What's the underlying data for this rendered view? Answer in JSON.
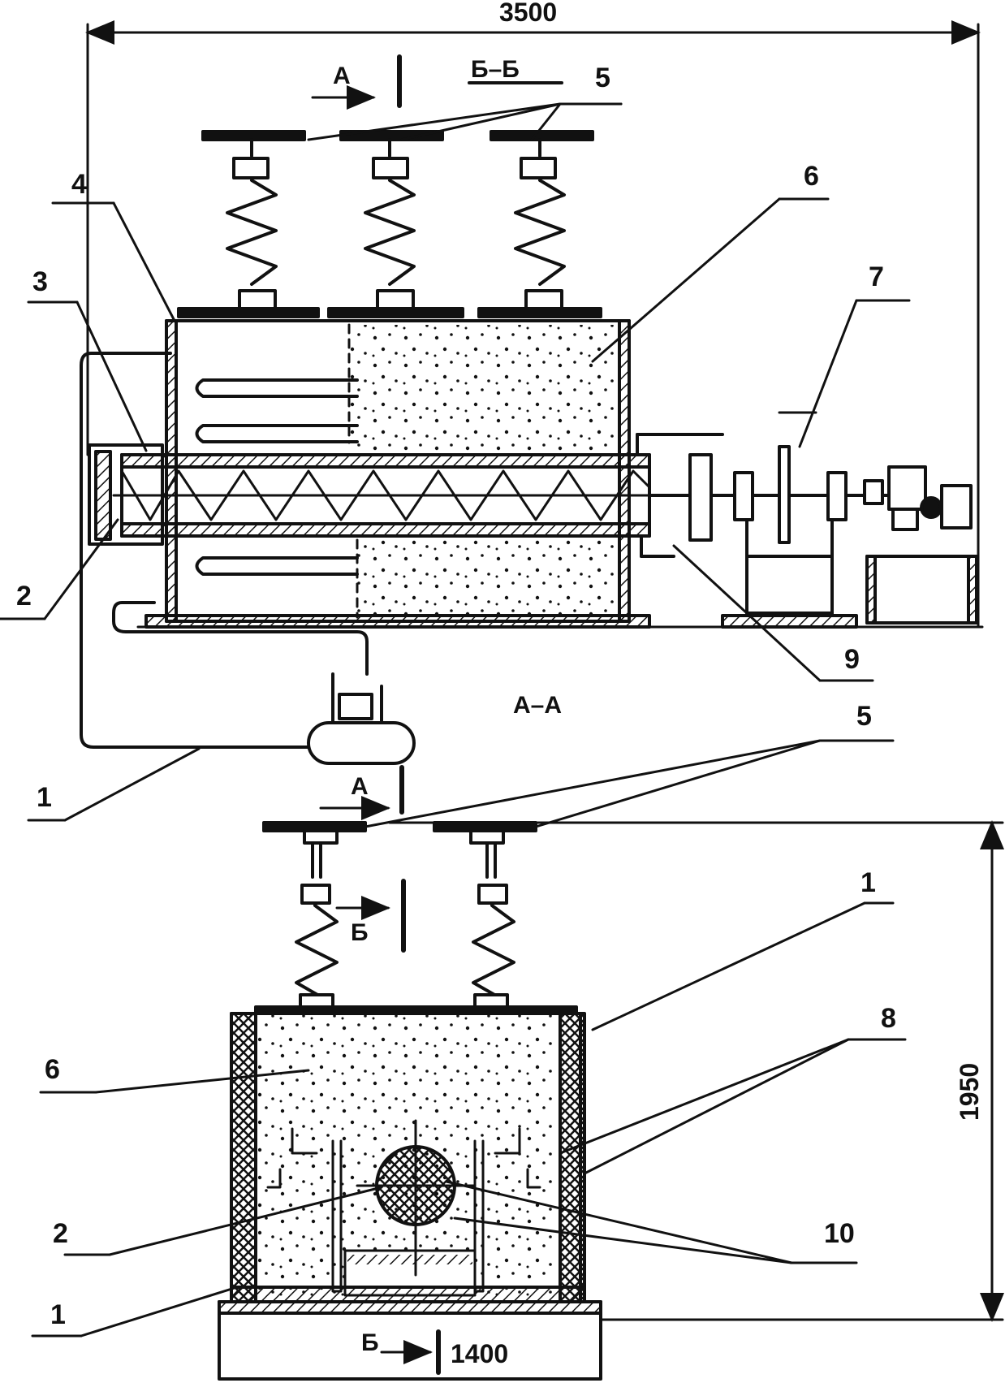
{
  "dimensions": {
    "width_total": "3500",
    "height_total": "1950",
    "base_width": "1400"
  },
  "sections": {
    "bb": "Б–Б",
    "aa": "А–А",
    "a_top": "А",
    "a_mid": "А",
    "b_mid": "Б",
    "b_bottom": "Б"
  },
  "callouts": {
    "top": {
      "n1": "1",
      "n2": "2",
      "n3": "3",
      "n4": "4",
      "n5": "5",
      "n6": "6",
      "n7": "7",
      "n9": "9"
    },
    "bottom": {
      "n1a": "1",
      "n1b": "1",
      "n2": "2",
      "n5": "5",
      "n6": "6",
      "n8": "8",
      "n10": "10"
    }
  }
}
